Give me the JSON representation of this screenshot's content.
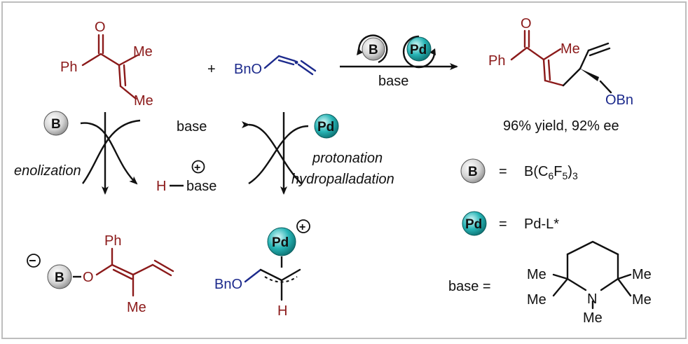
{
  "labels": {
    "ph": "Ph",
    "o": "O",
    "me": "Me",
    "bno": "BnO",
    "obn": "OBn",
    "plus": "+",
    "h": "H",
    "n": "N",
    "base": "base",
    "base_eq": "base =",
    "eq": "=",
    "enolization": "enolization",
    "protonation": "protonation",
    "hydropalladation": "hydropalladation",
    "b": "B",
    "pd": "Pd",
    "yield": "96% yield, 92% ee",
    "b_formula_main": "B(C",
    "b_formula_6": "6",
    "b_formula_f": "F",
    "b_formula_5": "5",
    "b_formula_close": ")",
    "b_formula_3": "3",
    "pd_formula": "Pd-L*",
    "plus_sym": "+",
    "minus_sym": "−"
  },
  "colors": {
    "substrate": "#8b1a1a",
    "allene": "#1c2a8c",
    "catalyst_pd": "#1aa7a8",
    "catalyst_b": "#c8c8c8"
  }
}
